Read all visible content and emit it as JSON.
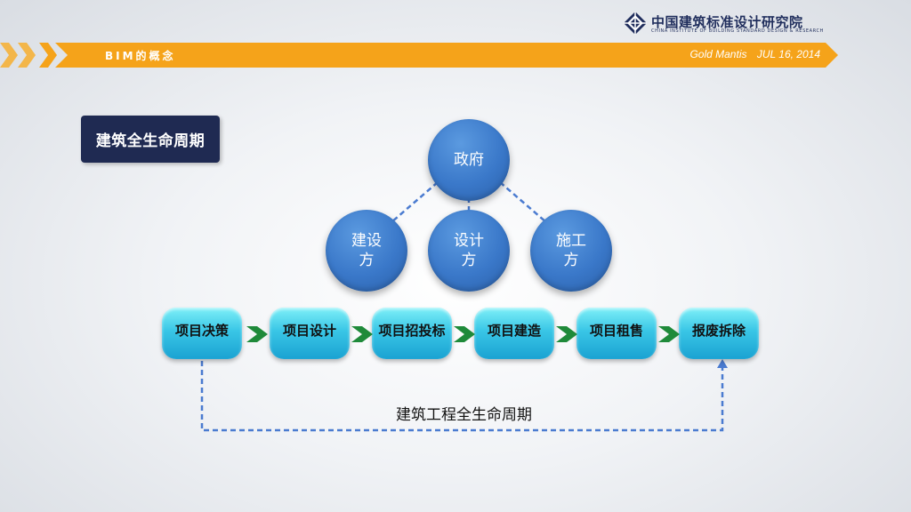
{
  "header": {
    "logo_cn": "中国建筑标准设计研究院",
    "logo_en": "CHINA INSTITUTE OF BUILDING STANDARD DESIGN & RESEARCH",
    "banner_title": "BIM的概念",
    "company": "Gold Mantis",
    "date": "JUL 16, 2014"
  },
  "section_title": "建筑全生命周期",
  "stakeholders": {
    "top": "政府",
    "left": "建设方",
    "center": "设计方",
    "right": "施工方"
  },
  "steps": [
    "项目决策",
    "项目设计",
    "项目招投标",
    "项目建造",
    "项目租售",
    "报废拆除"
  ],
  "lifecycle_label": "建筑工程全生命周期",
  "colors": {
    "banner_orange": "#f5a31a",
    "section_box": "#1f2a52",
    "circle_blue": "#3a78c9",
    "step_cyan": "#39c6e6",
    "arrow_green": "#1f8a3a",
    "dashed_line": "#4a7bd0"
  }
}
